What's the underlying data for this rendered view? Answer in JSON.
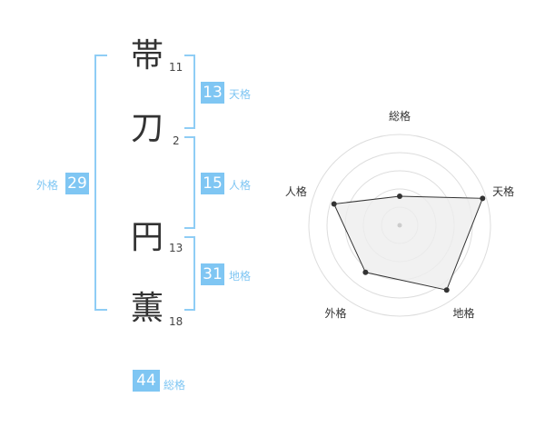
{
  "characters": [
    {
      "char": "帯",
      "strokes": "11"
    },
    {
      "char": "刀",
      "strokes": "2"
    },
    {
      "char": "円",
      "strokes": "13"
    },
    {
      "char": "薫",
      "strokes": "18"
    }
  ],
  "fortunes": {
    "tenkaku": {
      "score": "13",
      "label": "天格"
    },
    "jinkaku": {
      "score": "15",
      "label": "人格"
    },
    "chikaku": {
      "score": "31",
      "label": "地格"
    },
    "gaikaku": {
      "score": "29",
      "label": "外格"
    },
    "soukaku": {
      "score": "44",
      "label": "総格"
    }
  },
  "colors": {
    "accent": "#7fc6f3",
    "bracket": "#8fcdf5",
    "radar_fill": "#eeeeee",
    "radar_line": "#333333"
  },
  "chart_data": {
    "type": "radar",
    "axes": [
      "総格",
      "天格",
      "地格",
      "外格",
      "人格"
    ],
    "values": [
      1.6,
      4.8,
      4.4,
      3.2,
      3.8
    ],
    "range": [
      0,
      5
    ],
    "rings": 5
  }
}
